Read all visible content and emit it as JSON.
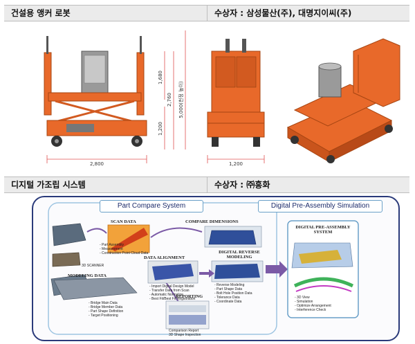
{
  "top": {
    "title": "건설용 앵커 로봇",
    "award": "수상자 : 삼성물산(주), 대명지이씨(주)",
    "dimensions": {
      "width_label": "2,800",
      "depth_label": "1,200",
      "height_1": "1,680",
      "height_2": "2,760",
      "height_3": "5,000(천정 높이)",
      "base_height": "1,200"
    }
  },
  "bottom": {
    "title": "디지털 가조립 시스템",
    "award": "수상자 : ㈜흥화"
  },
  "diagram": {
    "left_header": "Part Compare System",
    "right_header": "Digital Pre-Assembly Simulation",
    "scan_title": "SCAN DATA",
    "scan_items": "- Part Assembly\n- Measurement\n- Construction Point Cloud Data",
    "scanner_label": "3D SCANNER",
    "compare_title": "COMPARE DIMENSIONS",
    "alignment_title": "DATA ALIGNMENT",
    "alignment_items": "- Import Digital Design Model\n- Transfer Data from Scan\n- Automatic Normalize\n- Best Fit/Best Fit Registration",
    "modeling_title": "MODELING DATA",
    "modeling_items": "- Bridge Main Data\n- Bridge Member Data\n- Part Shape Definition\n- Target Positioning",
    "reverse_title": "DIGITAL REVERSE MODELING",
    "reverse_items": "- Reverse Modeling\n- Part Shape Data\n- Bolt Hole Position Data\n- Tolerance Data\n- Coordinate Data",
    "reporting_title": "REPORTING",
    "reporting_items": "Comparison Report\n3D Shape Inspection",
    "preassembly_title": "DIGITAL PRE-ASSEMBLY SYSTEM",
    "preassembly_items": "- 3D View\n- Simulation\n- Optimize Arrangement\n- Interference Check"
  }
}
